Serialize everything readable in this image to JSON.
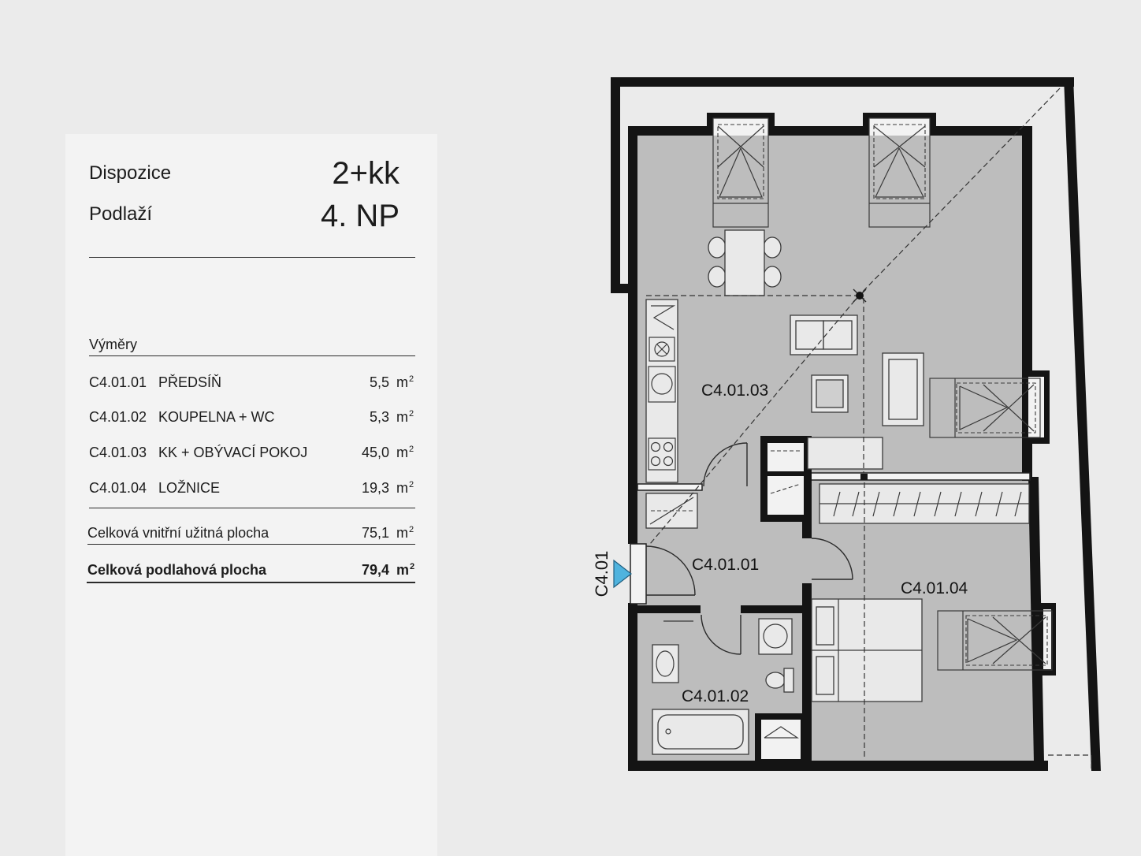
{
  "spec": {
    "disposition": {
      "label": "Dispozice",
      "value": "2+kk"
    },
    "floor": {
      "label": "Podlaží",
      "value": "4. NP"
    },
    "areas_heading": "Výměry",
    "unit": {
      "base": "m",
      "exponent": "2"
    },
    "rooms": [
      {
        "code": "C4.01.01",
        "name": "PŘEDSÍŇ",
        "area": "5,5"
      },
      {
        "code": "C4.01.02",
        "name": "KOUPELNA + WC",
        "area": "5,3"
      },
      {
        "code": "C4.01.03",
        "name": "KK + OBÝVACÍ POKOJ",
        "area": "45,0"
      },
      {
        "code": "C4.01.04",
        "name": "LOŽNICE",
        "area": "19,3"
      }
    ],
    "total_interior": {
      "label": "Celková vnitřní užitná plocha",
      "area": "75,1"
    },
    "total_floor": {
      "label": "Celková podlahová plocha",
      "area": "79,4"
    }
  },
  "plan": {
    "unit_label": "C4.01",
    "room_labels": {
      "living": "C4.01.03",
      "hall": "C4.01.01",
      "bedroom": "C4.01.04",
      "bathroom": "C4.01.02"
    }
  },
  "colors": {
    "background": "#ebebeb",
    "panel": "#f3f3f3",
    "wall": "#141414",
    "room_fill": "#bdbdbd",
    "entrance_marker": "#4fb3de"
  }
}
